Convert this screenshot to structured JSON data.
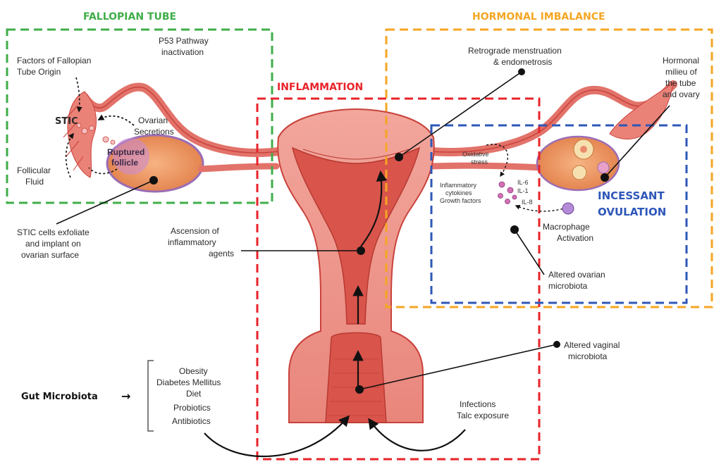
{
  "colors": {
    "fallopian": "#3fae49",
    "hormonal": "#f5a623",
    "inflammation": "#e8232a",
    "incessant": "#2e57b8",
    "tissue": "#e8786f",
    "tissue_dark": "#c9423b",
    "ovary": "#f19a64"
  },
  "sections": {
    "fallopian_tube": "FALLOPIAN TUBE",
    "hormonal_imbalance": "HORMONAL IMBALANCE",
    "inflammation": "INFLAMMATION",
    "incessant_line1": "INCESSANT",
    "incessant_line2": "OVULATION"
  },
  "labels": {
    "factors_1": "Factors of Fallopian",
    "factors_2": "Tube Origin",
    "p53_1": "P53 Pathway",
    "p53_2": "inactivation",
    "stic": "STIC",
    "ovarian_sec_1": "Ovarian",
    "ovarian_sec_2": "Secretions",
    "ruptured_1": "Ruptured",
    "ruptured_2": "follicle",
    "follicular_1": "Follicular",
    "follicular_2": "Fluid",
    "stic_cells_1": "STIC cells exfoliate",
    "stic_cells_2": "and implant on",
    "stic_cells_3": "ovarian surface",
    "retro_1": "Retrograde menstruation",
    "retro_2": "& endometrosis",
    "milieu_1": "Hormonal",
    "milieu_2": "milieu of",
    "milieu_3": "the tube",
    "milieu_4": "and ovary",
    "oxidative_1": "Oxidative",
    "oxidative_2": "stress",
    "inflam_cyt_1": "Inflammatory",
    "inflam_cyt_2": "cytokines",
    "inflam_cyt_3": "Growth factors",
    "il6": "IL-6",
    "il1": "IL-1",
    "il8": "IL-8",
    "macrophage_1": "Macrophage",
    "macrophage_2": "Activation",
    "ascension_1": "Ascension of",
    "ascension_2": "inflammatory",
    "ascension_3": "agents",
    "altered_ovarian_1": "Altered ovarian",
    "altered_ovarian_2": "microbiota",
    "altered_vaginal_1": "Altered vaginal",
    "altered_vaginal_2": "microbiota",
    "gut": "Gut Microbiota",
    "gut_arrow": "→",
    "obesity": "Obesity",
    "diabetes": "Diabetes Mellitus",
    "diet": "Diet",
    "probiotics": "Probiotics",
    "antibiotics": "Antibiotics",
    "infections_1": "Infections",
    "infections_2": "Talc exposure"
  }
}
